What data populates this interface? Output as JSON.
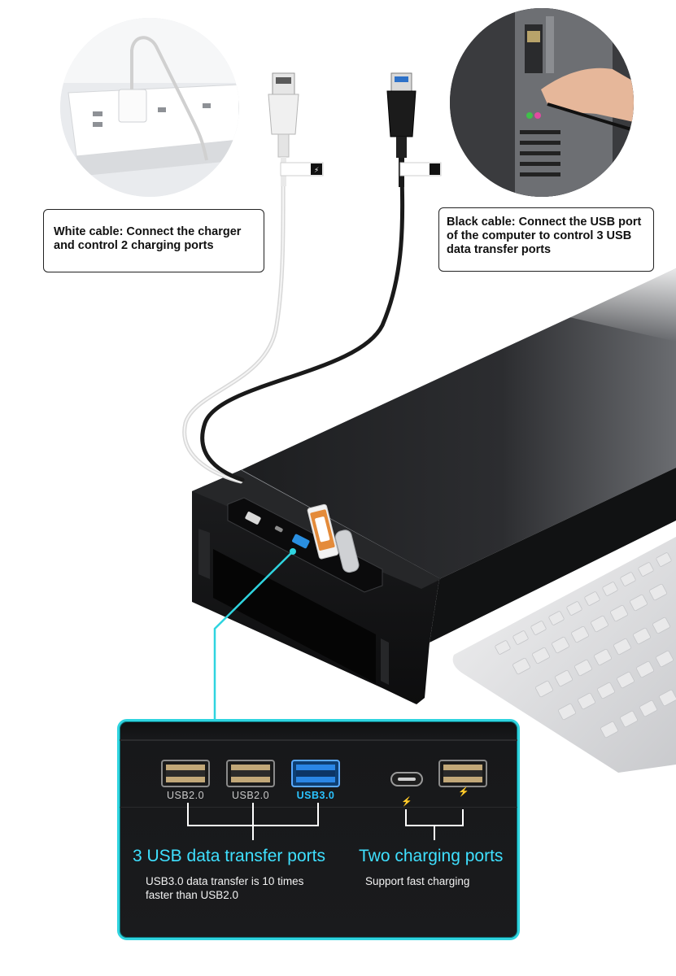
{
  "callouts": {
    "white_cable": "White cable: Connect the charger and control 2 charging ports",
    "black_cable": "Black cable: Connect the USB port of the computer to control 3 USB data transfer ports"
  },
  "ports": {
    "port1": "USB2.0",
    "port2": "USB2.0",
    "port3": "USB3.0"
  },
  "sections": {
    "data": {
      "title": "3 USB data transfer ports",
      "desc_line1": "USB3.0 data transfer is 10 times",
      "desc_line2": "faster than USB2.0"
    },
    "charging": {
      "title": "Two charging ports",
      "desc": "Support fast charging"
    }
  },
  "colors": {
    "accent_cyan": "#2fd4df",
    "usb3_blue": "#2ac3ff",
    "stand_black": "#141516"
  },
  "icons": {
    "charging": "lightning-bolt-icon"
  }
}
